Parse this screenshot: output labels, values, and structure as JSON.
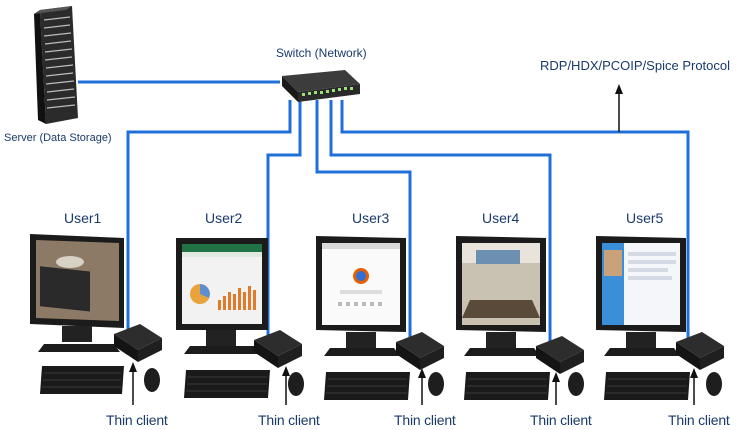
{
  "labels": {
    "server": "Server (Data Storage)",
    "switch": "Switch (Network)",
    "protocol": "RDP/HDX/PCOIP/Spice Protocol"
  },
  "users": [
    {
      "name": "User1",
      "thin_client": "Thin client",
      "screen": "desktop-photo"
    },
    {
      "name": "User2",
      "thin_client": "Thin client",
      "screen": "spreadsheet-charts"
    },
    {
      "name": "User3",
      "thin_client": "Thin client",
      "screen": "browser-start-page"
    },
    {
      "name": "User4",
      "thin_client": "Thin client",
      "screen": "conference-room-photo"
    },
    {
      "name": "User5",
      "thin_client": "Thin client",
      "screen": "video-chat-app"
    }
  ],
  "colors": {
    "link": "#1e6fd9",
    "label": "#1a3a6b",
    "device": "#1b1b1b"
  }
}
